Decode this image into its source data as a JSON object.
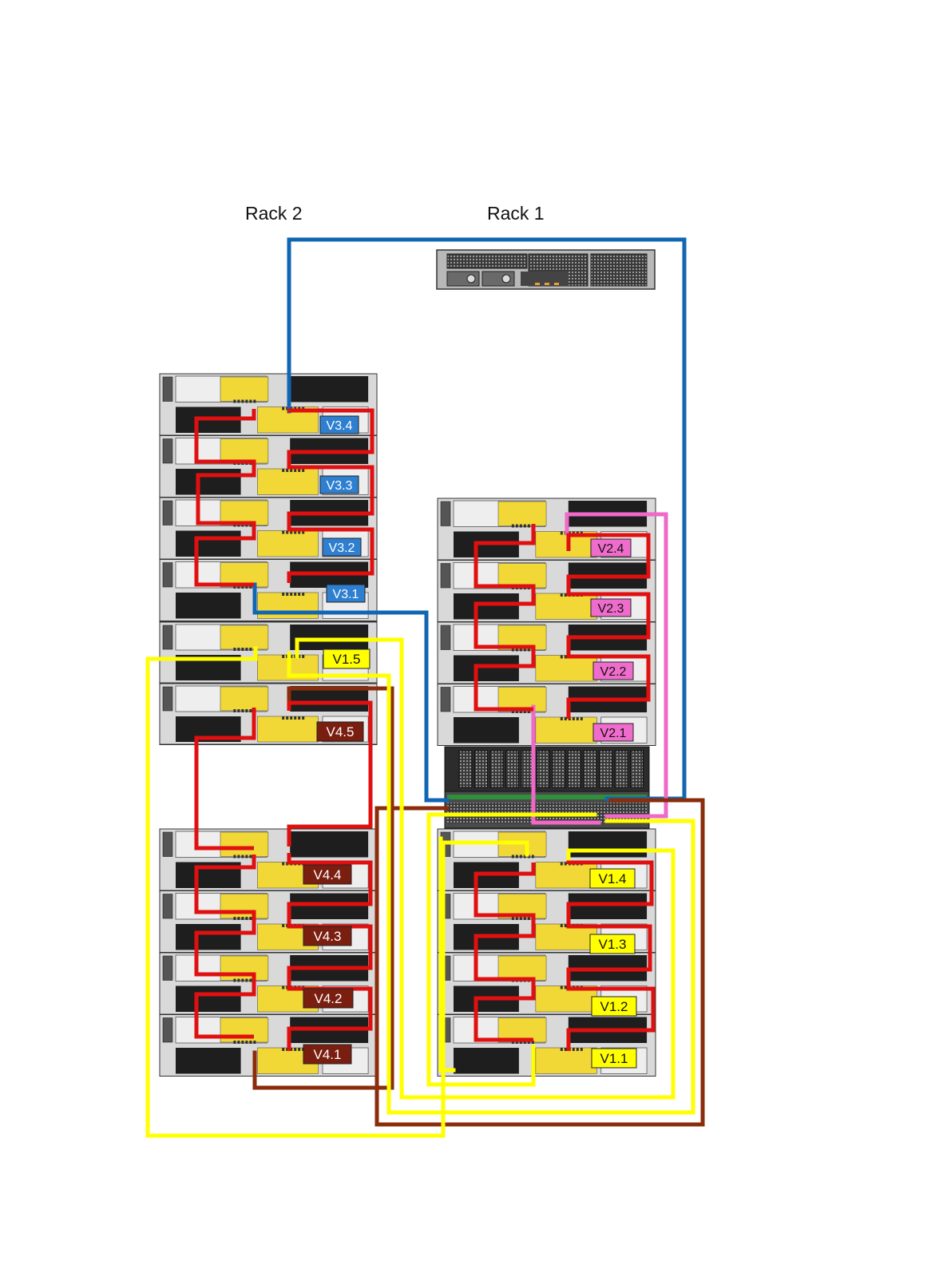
{
  "titles": {
    "rack2": "Rack 2",
    "rack1": "Rack 1"
  },
  "colors": {
    "blue": "#1166b4",
    "red": "#e01010",
    "pink": "#f068c8",
    "yellow": "#ffff00",
    "brown": "#8b2d0c",
    "label_blue": "#2f7fd0",
    "label_pink": "#f06ccc",
    "label_yellow": "#ffff00",
    "label_brown": "#7a1e10"
  },
  "labels": {
    "v3_4": "V3.4",
    "v3_3": "V3.3",
    "v3_2": "V3.2",
    "v3_1": "V3.1",
    "v1_5": "V1.5",
    "v4_5": "V4.5",
    "v4_4": "V4.4",
    "v4_3": "V4.3",
    "v4_2": "V4.2",
    "v4_1": "V4.1",
    "v2_4": "V2.4",
    "v2_3": "V2.3",
    "v2_2": "V2.2",
    "v2_1": "V2.1",
    "v1_4": "V1.4",
    "v1_3": "V1.3",
    "v1_2": "V1.2",
    "v1_1": "V1.1"
  }
}
